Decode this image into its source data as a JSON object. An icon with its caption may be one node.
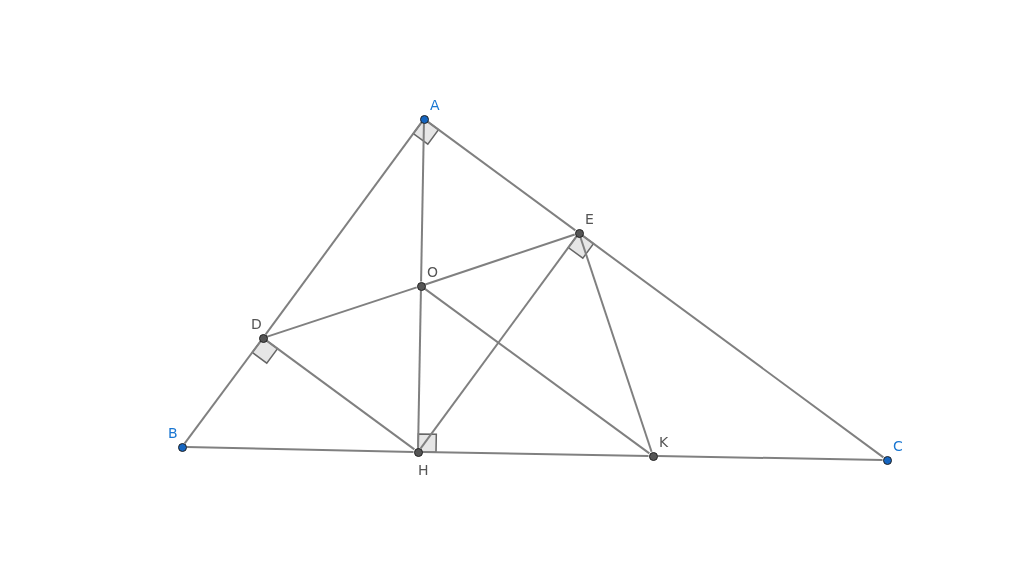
{
  "diagram": {
    "nodes": [
      {
        "text": [
          "A"
        ]
      },
      {
        "text": [
          "B"
        ]
      },
      {
        "text": [
          "C"
        ]
      },
      {
        "text": [
          "D"
        ]
      },
      {
        "text": [
          "E"
        ]
      },
      {
        "text": [
          "O"
        ]
      },
      {
        "text": [
          "H"
        ]
      },
      {
        "text": [
          "K"
        ]
      }
    ],
    "edges": [
      {
        "from": 0,
        "to": 3,
        "arrow": "none"
      },
      {
        "from": 3,
        "to": 1,
        "arrow": "none"
      },
      {
        "from": 0,
        "to": 4,
        "arrow": "none"
      },
      {
        "from": 4,
        "to": 2,
        "arrow": "none"
      },
      {
        "from": 1,
        "to": 6,
        "arrow": "none"
      },
      {
        "from": 6,
        "to": 7,
        "arrow": "none"
      },
      {
        "from": 7,
        "to": 2,
        "arrow": "none"
      },
      {
        "from": 0,
        "to": 5,
        "arrow": "none"
      },
      {
        "from": 5,
        "to": 6,
        "arrow": "none"
      },
      {
        "from": 3,
        "to": 5,
        "arrow": "none"
      },
      {
        "from": 5,
        "to": 4,
        "arrow": "none"
      },
      {
        "from": 3,
        "to": 6,
        "arrow": "none"
      },
      {
        "from": 4,
        "to": 6,
        "arrow": "none"
      },
      {
        "from": 5,
        "to": 7,
        "arrow": "none"
      },
      {
        "from": 4,
        "to": 7,
        "arrow": "none"
      }
    ]
  }
}
